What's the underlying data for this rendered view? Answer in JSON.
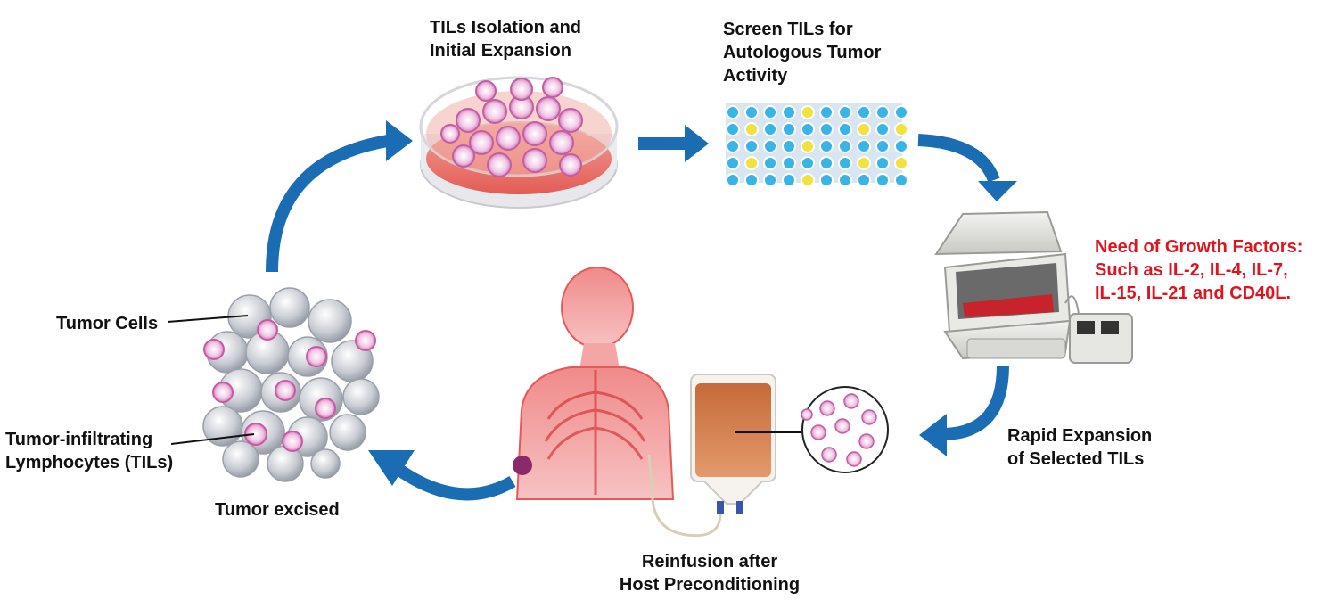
{
  "colors": {
    "arrow": "#1a6db3",
    "growth_text": "#e0141e",
    "text": "#111111"
  },
  "steps": {
    "isolation": {
      "line1": "TILs Isolation and",
      "line2": "Initial Expansion"
    },
    "screen": {
      "line1": "Screen TILs for",
      "line2": "Autologous Tumor",
      "line3": "Activity"
    },
    "growth_factors": {
      "line1": "Need of Growth Factors:",
      "line2": "Such as IL-2, IL-4, IL-7,",
      "line3": "IL-15, IL-21 and CD40L."
    },
    "rapid_expansion": {
      "line1": "Rapid Expansion",
      "line2": "of Selected TILs"
    },
    "reinfusion": {
      "line1": "Reinfusion after",
      "line2": "Host Preconditioning"
    },
    "tumor_excised": "Tumor excised",
    "tumor_cells": "Tumor Cells",
    "tils": {
      "line1": "Tumor-infiltrating",
      "line2": "Lymphocytes (TILs)"
    }
  },
  "icons": [
    "petri-dish-icon",
    "well-plate-icon",
    "bioreactor-icon",
    "iv-bag-icon",
    "human-body-icon",
    "tumor-cluster-icon",
    "cell-magnifier-icon"
  ]
}
